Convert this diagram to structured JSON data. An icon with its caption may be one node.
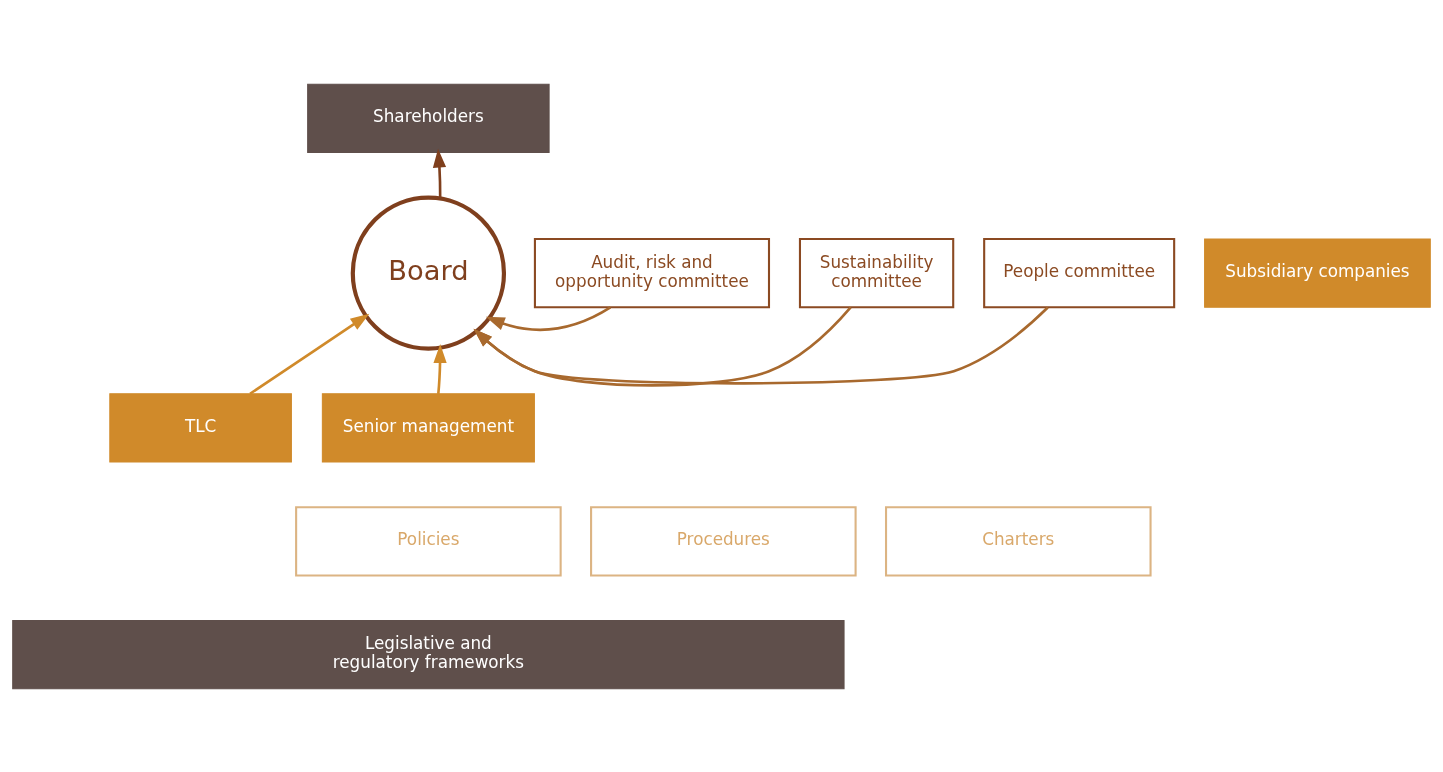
{
  "diagram": {
    "nodes": [
      {
        "text": [
          "Shareholders"
        ]
      },
      {
        "text": [
          "People committee"
        ]
      },
      {
        "text": [
          "Subsidiary companies"
        ]
      },
      {
        "text": [
          "Board"
        ]
      },
      {
        "text": [
          "Audit, risk and opportunity committee"
        ]
      },
      {
        "text": [
          "Sustainability committee"
        ]
      },
      {
        "text": [
          "TLC"
        ]
      },
      {
        "text": [
          "Senior management"
        ]
      },
      {
        "text": [
          "Charters"
        ]
      },
      {
        "text": [
          "Policies"
        ]
      },
      {
        "text": [
          "Procedures"
        ]
      },
      {
        "text": [
          "Legislative and regulatory frameworks"
        ]
      }
    ],
    "edges": [
      {
        "from": 3,
        "to": 0,
        "arrow": "to",
        "color": "#7f3f1d"
      },
      {
        "from": 6,
        "to": 3,
        "arrow": "to",
        "color": "#d08a2a"
      },
      {
        "from": 7,
        "to": 3,
        "arrow": "to",
        "color": "#d08a2a"
      },
      {
        "from": 1,
        "to": 3,
        "arrow": "to",
        "color": "#a8692e"
      },
      {
        "from": 4,
        "to": 3,
        "arrow": "to",
        "color": "#a8692e"
      },
      {
        "from": 5,
        "to": 3,
        "arrow": "to",
        "color": "#a8692e"
      }
    ]
  }
}
